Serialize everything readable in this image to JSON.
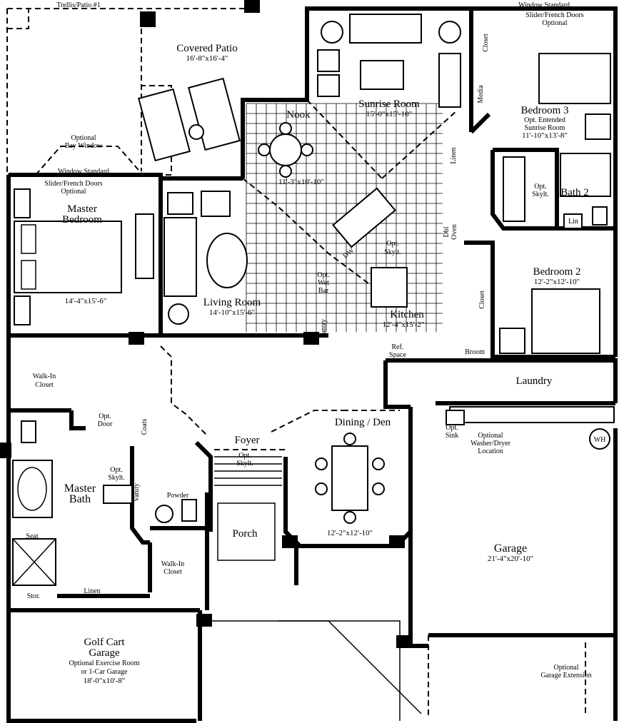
{
  "labels": {
    "trellis": "Trellis/Patio #1",
    "window_standard_top": "Window Standard",
    "slider_br3_1": "Slider/French Doors",
    "slider_br3_2": "Optional",
    "covered_patio": "Covered Patio",
    "covered_patio_dim": "16'-8\"x16'-4\"",
    "optional_bay_1": "Optional",
    "optional_bay_2": "Bay Window",
    "window_standard_left": "Window Standard",
    "slider_mbr_1": "Slider/French Doors",
    "slider_mbr_2": "Optional",
    "master_bedroom_1": "Master",
    "master_bedroom_2": "Bedroom",
    "master_bedroom_dim": "14'-4\"x15'-6\"",
    "nook": "Nook",
    "nook_dim": "11'-3\"x10'-10\"",
    "sunrise_room": "Sunrise Room",
    "sunrise_room_dim": "15'-0\"x15'-10\"",
    "closet_top": "Closet",
    "media": "Media",
    "linen_top": "Linen",
    "bedroom3": "Bedroom 3",
    "bedroom3_opt_1": "Opt. Entended",
    "bedroom3_opt_2": "Sunrise Room",
    "bedroom3_dim": "11'-10\"x13'-8\"",
    "opt_skylt_bath2_1": "Opt.",
    "opt_skylt_bath2_2": "Skylt.",
    "bath2": "Bath 2",
    "lin": "Lin",
    "living_room": "Living Room",
    "living_room_dim": "14'-10\"x15'-6\"",
    "dw": "DW",
    "opt_skylt_kitchen_1": "Opt.",
    "opt_skylt_kitchen_2": "Skylt.",
    "dbl_oven_1": "Dbl",
    "dbl_oven_2": "Oven",
    "opt_wet_bar_1": "Opt.",
    "opt_wet_bar_2": "Wet",
    "opt_wet_bar_3": "Bar",
    "kitchen": "Kitchen",
    "kitchen_dim": "12'-4\"x15'-2\"",
    "pantry": "Pantry",
    "ref_space_1": "Ref.",
    "ref_space_2": "Space",
    "closet_br2": "Closet",
    "bedroom2": "Bedroom 2",
    "bedroom2_dim": "12'-2\"x12'-10\"",
    "broom": "Broom",
    "walk_in_closet_1": "Walk-In",
    "walk_in_closet_2": "Closet",
    "laundry": "Laundry",
    "opt_door_1": "Opt.",
    "opt_door_2": "Door",
    "coats": "Coats",
    "dining_den": "Dining / Den",
    "dining_den_dim": "12'-2\"x12'-10\"",
    "opt_sink_1": "Opt.",
    "opt_sink_2": "Sink",
    "washer_1": "Optional",
    "washer_2": "Washer/Dryer",
    "washer_3": "Location",
    "wh": "WH",
    "foyer": "Foyer",
    "opt_skylt_foyer_1": "Opt.",
    "opt_skylt_foyer_2": "Skylt.",
    "master_bath_1": "Master",
    "master_bath_2": "Bath",
    "opt_skylt_mbath_1": "Opt.",
    "opt_skylt_mbath_2": "Skylt.",
    "vanity": "Vanity",
    "powder": "Powder",
    "porch": "Porch",
    "garage": "Garage",
    "garage_dim": "21'-4\"x20'-10\"",
    "seat": "Seat",
    "walk_in_closet2_1": "Walk-In",
    "walk_in_closet2_2": "Closet",
    "stor": "Stor.",
    "linen_bottom": "Linen",
    "golf_1": "Golf Cart",
    "golf_2": "Garage",
    "golf_3": "Optional Exercise Room",
    "golf_4": "or 1-Car Garage",
    "golf_dim": "18'-0\"x10'-8\"",
    "garage_ext_1": "Optional",
    "garage_ext_2": "Garage Extension"
  }
}
